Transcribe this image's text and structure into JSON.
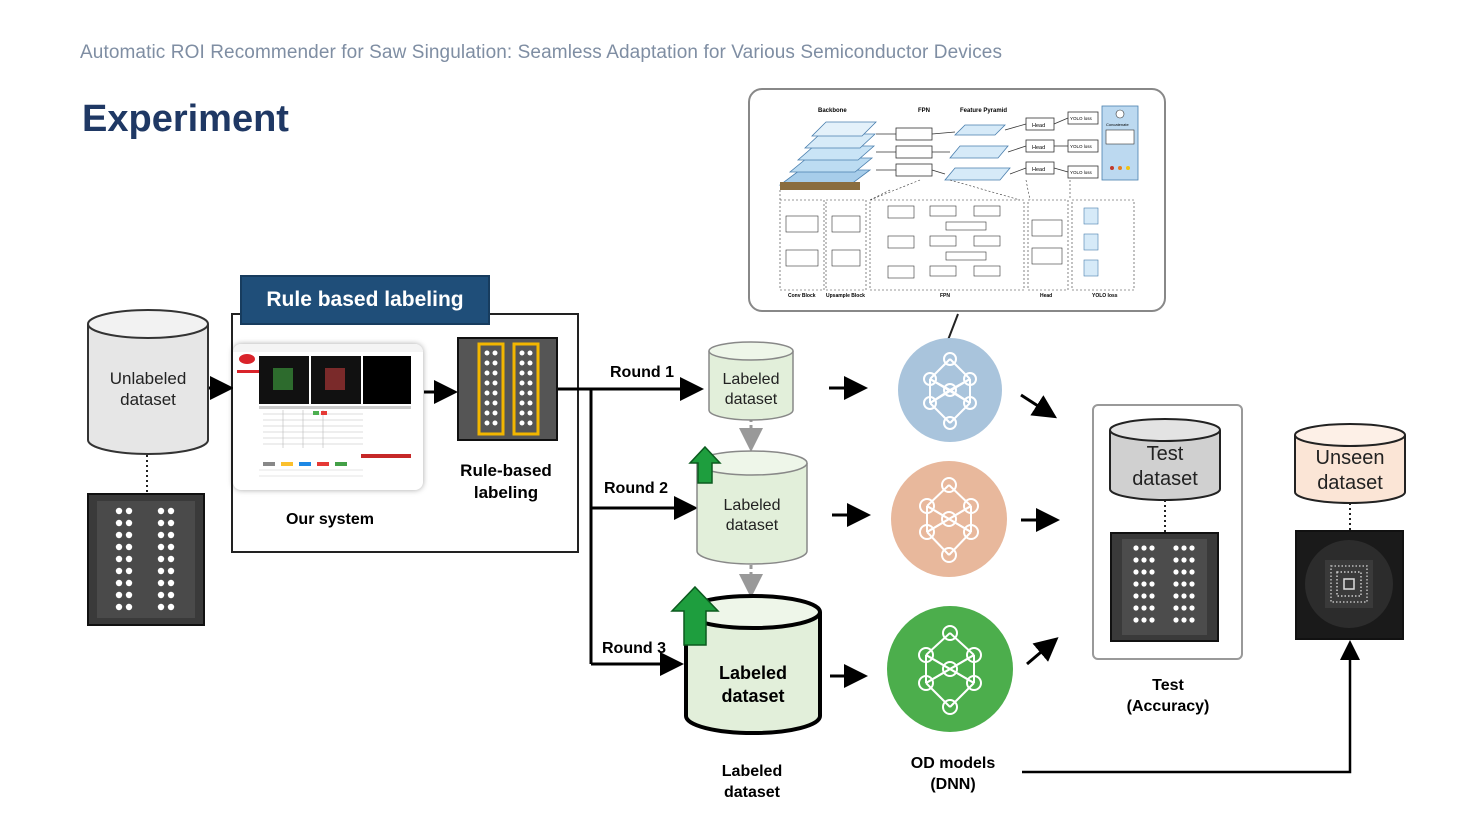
{
  "header": "Automatic ROI Recommender for Saw Singulation: Seamless Adaptation for Various Semiconductor Devices",
  "title": "Experiment",
  "rule_banner": "Rule based labeling",
  "unlabeled": {
    "line1": "Unlabeled",
    "line2": "dataset"
  },
  "our_system": "Our system",
  "rule_based": {
    "line1": "Rule-based",
    "line2": "labeling"
  },
  "rounds": [
    "Round 1",
    "Round 2",
    "Round 3"
  ],
  "labeled": {
    "line1": "Labeled",
    "line2": "dataset"
  },
  "labeled_caption": {
    "line1": "Labeled",
    "line2": "dataset"
  },
  "test": {
    "line1": "Test",
    "line2": "dataset"
  },
  "test_caption": {
    "line1": "Test",
    "line2": "(Accuracy)"
  },
  "unseen": {
    "line1": "Unseen",
    "line2": "dataset"
  },
  "od_caption": {
    "line1": "OD models",
    "line2": "(DNN)"
  },
  "architecture": {
    "backbone": "Backbone",
    "fpn": "FPN",
    "feature_pyramid": "Feature Pyramid",
    "head": "Head",
    "yolo_loss": "YOLO loss",
    "concatenate": "Concatenate",
    "conv_block": "Conv Block",
    "upsample_block": "Upsample Block",
    "fpn_bottom": "FPN",
    "head_bottom": "Head",
    "yolo_loss_bottom": "YOLO loss"
  },
  "colors": {
    "navy": "#1f3864",
    "banner": "#1f4e79",
    "nn_blue": "#a9c4dc",
    "nn_orange": "#e8b89c",
    "nn_green": "#4cae4c",
    "labeled_fill": "#e2efda",
    "gray_cyl": "#d0d0d0",
    "unseen_fill": "#fbe5d6",
    "up_arrow": "#1e9e3e"
  }
}
